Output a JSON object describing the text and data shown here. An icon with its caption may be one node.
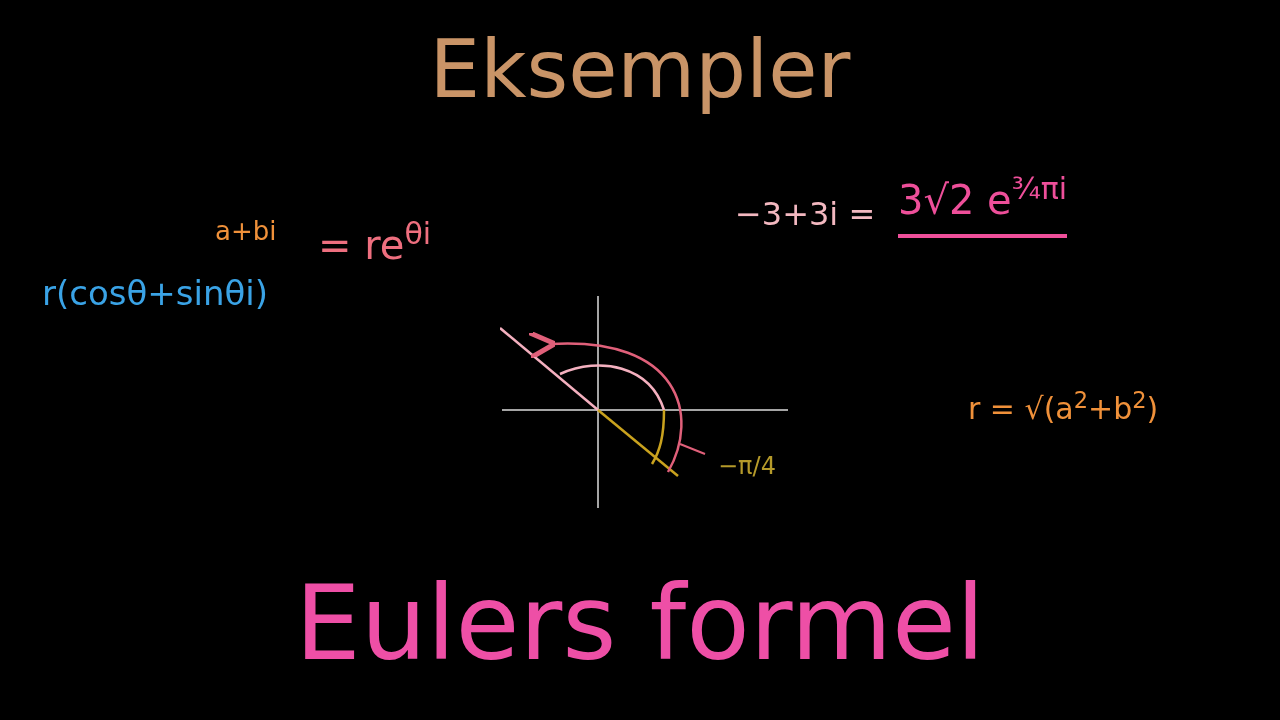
{
  "diagram": {
    "title": "Eksempler",
    "caption": "Eulers formel",
    "labels": [
      "a+bi",
      "r(cosθ+sinθi)",
      "= re$^{θi}$",
      "−3+3i =",
      "3√2 e$^{¾πi}$",
      "r = √(a$^{2}$+b$^{2}$)",
      "−π/4"
    ]
  }
}
